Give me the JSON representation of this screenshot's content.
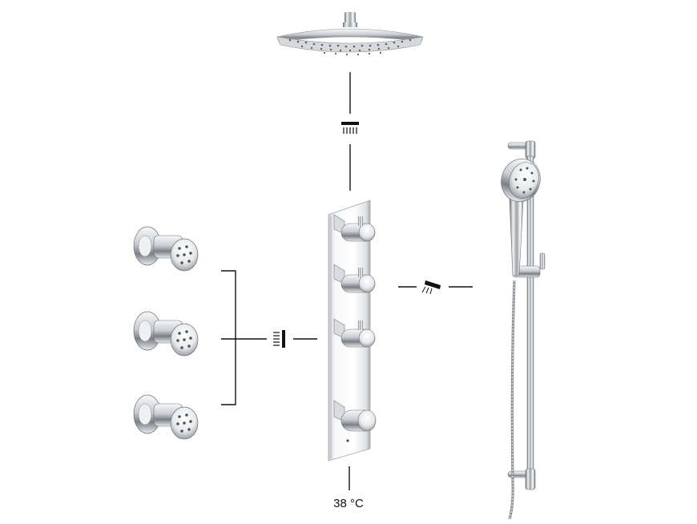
{
  "components": {
    "rain_shower_head": "rain-shower-head",
    "thermostatic_valve": "thermostatic-valve",
    "body_jets": [
      "body-jet-1",
      "body-jet-2",
      "body-jet-3"
    ],
    "slide_bar": "slide-bar-hand-shower"
  },
  "symbols": {
    "overhead": "overhead-shower-icon",
    "body_jets": "body-jet-icon",
    "hand_shower": "hand-shower-icon"
  },
  "valve": {
    "temperature_label": "38 °C"
  },
  "colors": {
    "line": "#111111",
    "chrome_dark": "#5a5f66",
    "chrome_mid": "#b8bdc3",
    "chrome_light": "#f4f5f6"
  }
}
